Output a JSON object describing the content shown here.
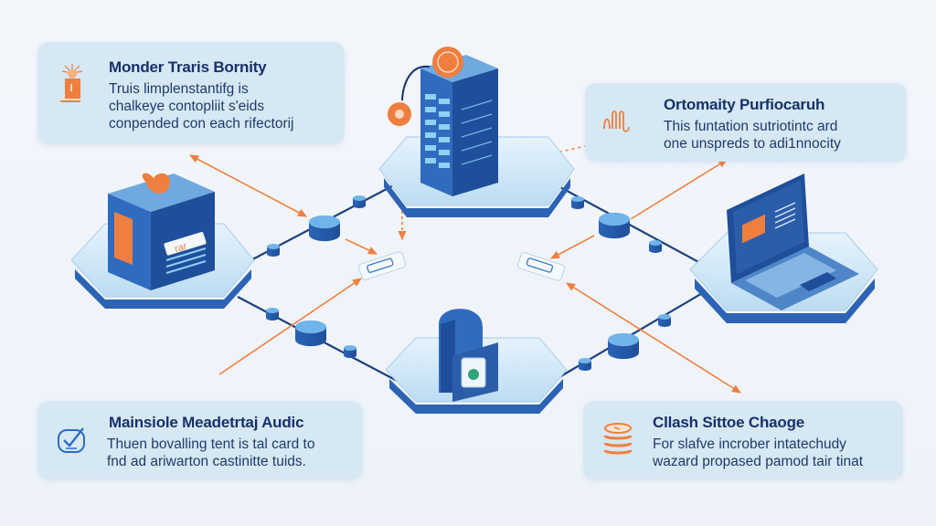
{
  "cards": {
    "top_left": {
      "icon": "lightbulb-box-icon",
      "title": "Monder Traris Bornity",
      "lines": [
        "Truis limplenstantifg is",
        "chalkeye contopliit s'eids",
        "conpended con each rifectorij"
      ]
    },
    "top_right": {
      "icon": "waveform-icon",
      "title": "Ortomaity Purfiocaruh",
      "lines": [
        "This funtation sutriotintc ard",
        "one unspreds to adi1nnocity"
      ]
    },
    "bottom_left": {
      "icon": "checkmark-shield-icon",
      "title": "Mainsiole Meadetrtaj Audic",
      "lines": [
        "Thuen bovalling tent is tal card to",
        "fnd ad ariwarton castinitte tuids."
      ]
    },
    "bottom_right": {
      "icon": "coin-stack-icon",
      "title": "Cllash Sittoe Chaoge",
      "lines": [
        "For slafve incrober intatechudy",
        "wazard propased pamod tair tinat"
      ]
    }
  },
  "nodes": {
    "top": {
      "kind": "server-tower",
      "label": "server-tower-icon"
    },
    "left": {
      "kind": "storage-box",
      "badge_text": "rar",
      "label": "storage-box-icon"
    },
    "right": {
      "kind": "laptop",
      "label": "laptop-icon"
    },
    "bottom": {
      "kind": "security-terminal",
      "label": "security-terminal-icon"
    }
  },
  "colors": {
    "accent_orange": "#ef7f3f",
    "primary_blue": "#2f6cc0",
    "dark_blue": "#17306b",
    "card_bg": "#d6e8f3",
    "platform_light": "#cfe6f7",
    "line_navy": "#1e3f7e"
  }
}
